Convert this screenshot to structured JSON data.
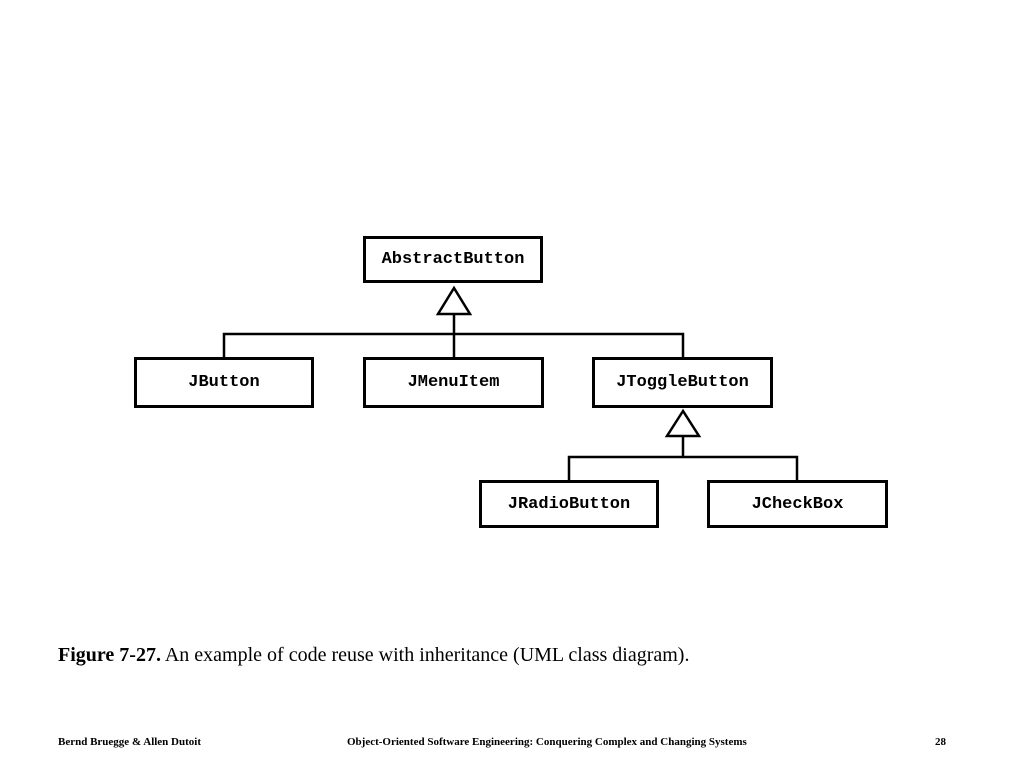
{
  "classes": {
    "abstract_button": "AbstractButton",
    "jbutton": "JButton",
    "jmenuitem": "JMenuItem",
    "jtogglebutton": "JToggleButton",
    "jradiobutton": "JRadioButton",
    "jcheckbox": "JCheckBox"
  },
  "caption": {
    "label": "Figure 7-27.",
    "text": " An example of code reuse with inheritance (UML class diagram)."
  },
  "footer": {
    "authors": "Bernd Bruegge & Allen Dutoit",
    "book_title": "Object-Oriented Software Engineering: Conquering Complex and Changing Systems",
    "page_number": "28"
  }
}
